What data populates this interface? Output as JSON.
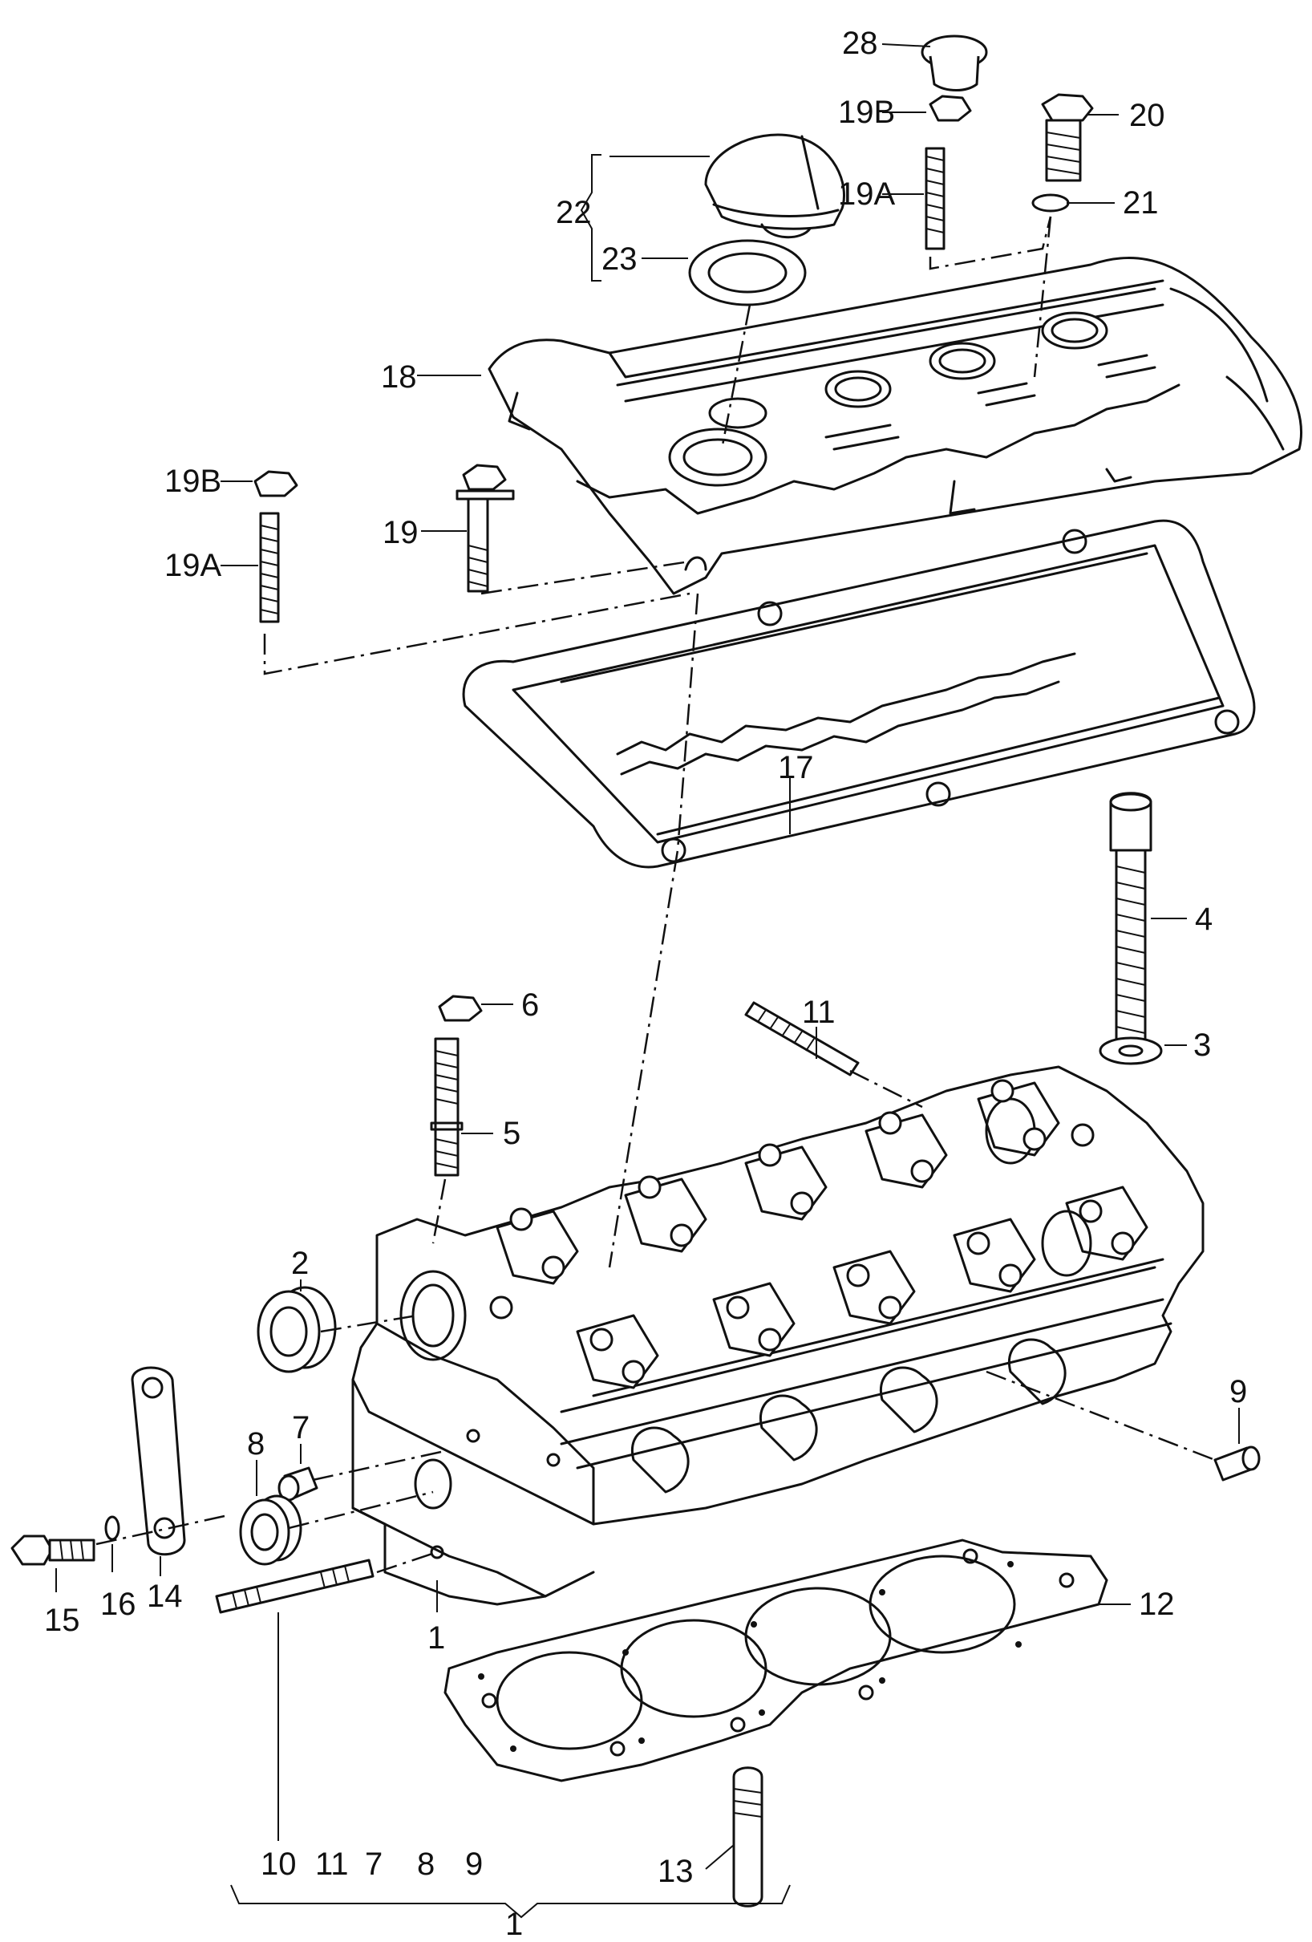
{
  "diagram": {
    "labels": {
      "l1_mid": "1",
      "l1_bottom": "1",
      "l2": "2",
      "l3": "3",
      "l4": "4",
      "l5": "5",
      "l6": "6",
      "l7": "7",
      "l7_group": "7",
      "l8": "8",
      "l8_group": "8",
      "l9": "9",
      "l9_group": "9",
      "l10_group": "10",
      "l11": "11",
      "l11_group": "11",
      "l12": "12",
      "l13": "13",
      "l14": "14",
      "l15": "15",
      "l16": "16",
      "l17": "17",
      "l18": "18",
      "l19": "19",
      "l19a_left": "19A",
      "l19a_top": "19A",
      "l19b_left": "19B",
      "l19b_top": "19B",
      "l20": "20",
      "l21": "21",
      "l22": "22",
      "l23": "23",
      "l28": "28"
    }
  }
}
